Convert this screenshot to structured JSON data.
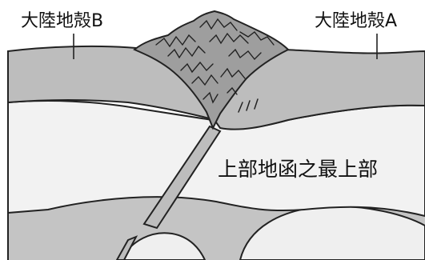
{
  "labels": {
    "continental_crust_b": "大陸地殻B",
    "continental_crust_a": "大陸地殻A",
    "upper_mantle_top": "上部地函之最上部"
  },
  "colors": {
    "crust": "#bdbdbd",
    "mountain": "#9e9e9e",
    "mantle_top": "#f2f2f2",
    "lower_layer": "#c4c4c4",
    "deep_layer": "#efefef",
    "outline": "#222222"
  }
}
